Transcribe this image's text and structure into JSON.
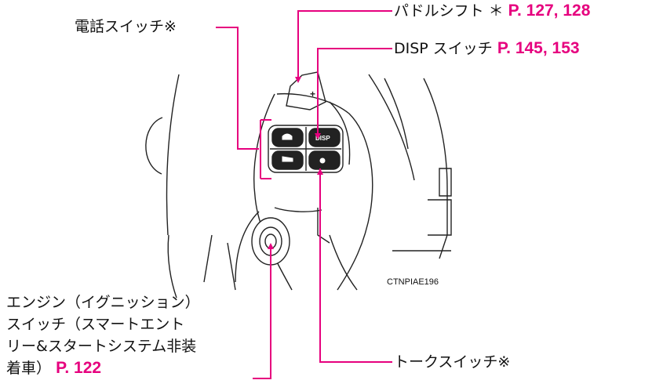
{
  "labels": {
    "phone_switch": "電話スイッチ※",
    "paddle_shift": "パドルシフト ＊",
    "paddle_shift_ref": "P. 127, 128",
    "disp_switch": "DISP スイッチ",
    "disp_switch_ref": "P. 145, 153",
    "engine_line1": "エンジン（イグニッション）",
    "engine_line2": "スイッチ（スマートエント",
    "engine_line3": "リー&スタートシステム非装",
    "engine_line4": "着車）",
    "engine_ref": "P. 122",
    "talk_switch": "トークスイッチ※"
  },
  "buttons": {
    "disp": "DISP",
    "paddle_plus": "+"
  },
  "image_code": "CTNPIAE196",
  "colors": {
    "leader": "#e6007e",
    "ref": "#e6007e"
  }
}
